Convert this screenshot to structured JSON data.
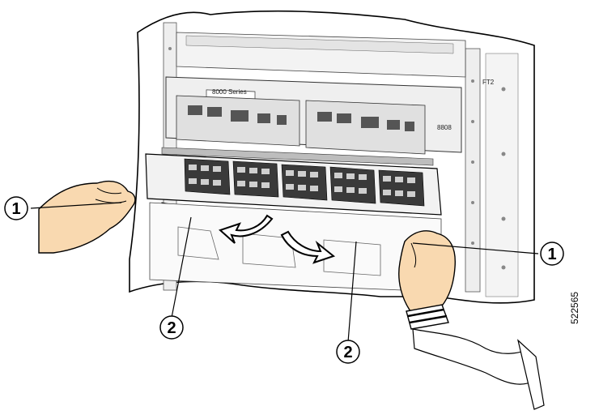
{
  "chassis": {
    "series_label": "8000 Series",
    "model_label": "8808",
    "slot_label": "FT2"
  },
  "callouts": [
    {
      "number": "1"
    },
    {
      "number": "1"
    },
    {
      "number": "2"
    },
    {
      "number": "2"
    }
  ],
  "figure_id": "522565",
  "colors": {
    "hand_fill": "#f9d9b0",
    "line": "#000000",
    "metal_light": "#f0f0f0",
    "metal_mid": "#d9d9d9",
    "port_dark": "#3a3a3a"
  }
}
